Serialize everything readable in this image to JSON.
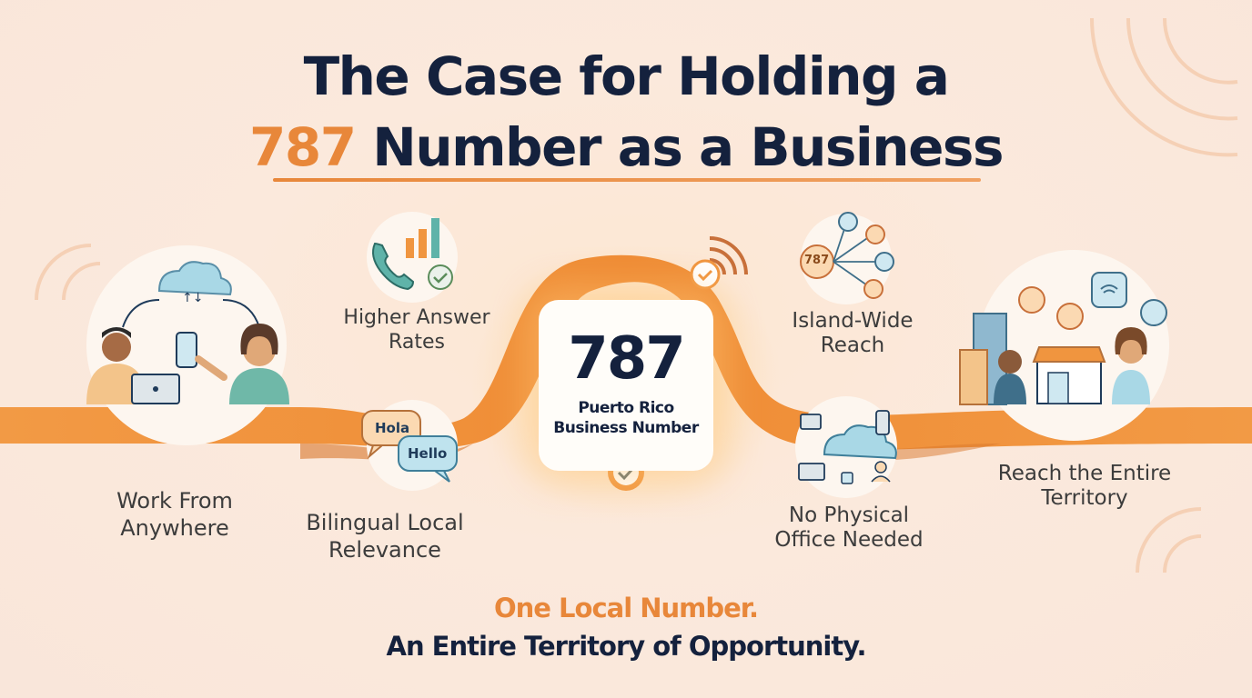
{
  "title": {
    "line1": "The Case for Holding a",
    "line2_accent": "787",
    "line2_rest": " Number as a Business"
  },
  "center": {
    "number": "787",
    "subtitle_line1": "Puerto Rico",
    "subtitle_line2": "Business Number"
  },
  "features": {
    "work_from_anywhere": {
      "line1": "Work From",
      "line2": "Anywhere"
    },
    "higher_answer_rates": {
      "line1": "Higher Answer",
      "line2": "Rates"
    },
    "bilingual": {
      "line1": "Bilingual Local",
      "line2": "Relevance",
      "bubble1": "Hola",
      "bubble2": "Hello"
    },
    "island_wide": {
      "line1": "Island-Wide",
      "line2": "Reach",
      "badge": "787"
    },
    "no_office": {
      "line1": "No Physical",
      "line2": "Office Needed"
    },
    "reach_territory": {
      "line1": "Reach the Entire",
      "line2": "Territory"
    }
  },
  "tagline": {
    "line1": "One Local Number.",
    "line2": "An Entire Territory of Opportunity."
  },
  "colors": {
    "accent": "#e8873a",
    "navy": "#14213d",
    "ribbon": "#f0953f",
    "teal": "#5fb3a9",
    "cloud": "#a9d8e6"
  }
}
